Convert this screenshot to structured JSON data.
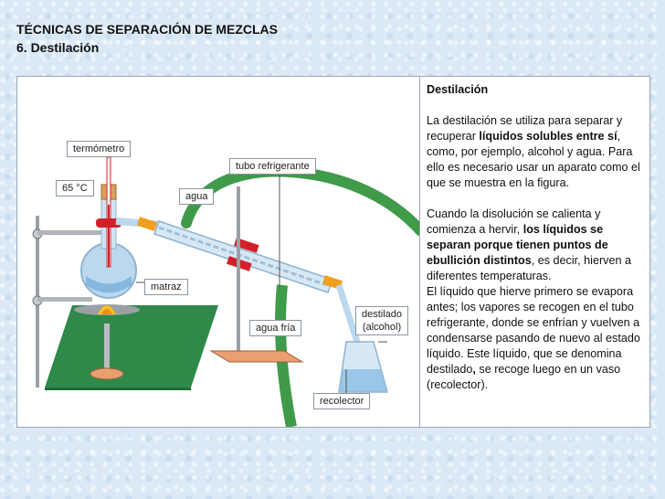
{
  "header": {
    "title_line1": "TÉCNICAS DE SEPARACIÓN DE MEZCLAS",
    "title_line2": "6. Destilación"
  },
  "labels": {
    "termometro": "termómetro",
    "temperature": "65 °C",
    "tubo_refrigerante": "tubo refrigerante",
    "agua": "agua",
    "matraz": "matraz",
    "agua_fria": "agua fría",
    "destilado_line1": "destilado",
    "destilado_line2": "(alcohol)",
    "recolector": "recolector"
  },
  "text": {
    "heading": "Destilación",
    "p1_a": "La destilación se utiliza para separar y recuperar ",
    "p1_b": "líquidos solubles entre sí",
    "p1_c": ", como, por ejemplo, alcohol y agua. Para ello es necesario usar un aparato como el que se muestra en la figura.",
    "p2_a": "Cuando la disolución se calienta y comienza a hervir, ",
    "p2_b": "los líquidos se separan porque tienen puntos de ebullición distintos",
    "p2_c": ", es decir, hierven a diferentes temperaturas.",
    "p3_a": "El líquido que hierve primero se evapora antes; los vapores se recogen en el tubo refrigerante, donde se enfrían y vuelven a condensarse pasando de nuevo al estado líquido. Este líquido, que se denomina destilado",
    "p3_b": ",",
    "p3_c": " se recoge luego en un vaso (recolector)."
  },
  "colors": {
    "hose_green": "#3f9a4a",
    "base_green": "#2f8a4a",
    "glass": "#bcd8ee",
    "clamp_red": "#d2202a",
    "connector_orange": "#f0a020"
  }
}
